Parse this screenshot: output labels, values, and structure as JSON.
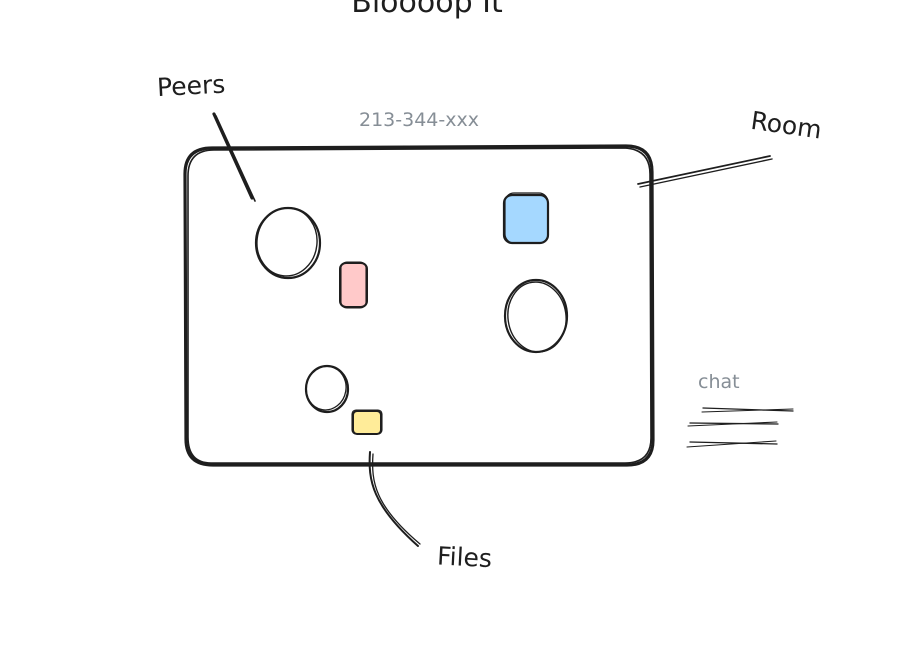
{
  "diagram": {
    "title": "Bloooop It",
    "room_id": "213-344-xxx",
    "labels": {
      "peers": "Peers",
      "room": "Room",
      "files": "Files",
      "chat": "chat"
    },
    "colors": {
      "stroke": "#1e1e1e",
      "muted_text": "#868e96",
      "file_blue": "#a5d8ff",
      "file_pink": "#ffc9c9",
      "file_yellow": "#ffec99",
      "background": "#ffffff"
    }
  }
}
